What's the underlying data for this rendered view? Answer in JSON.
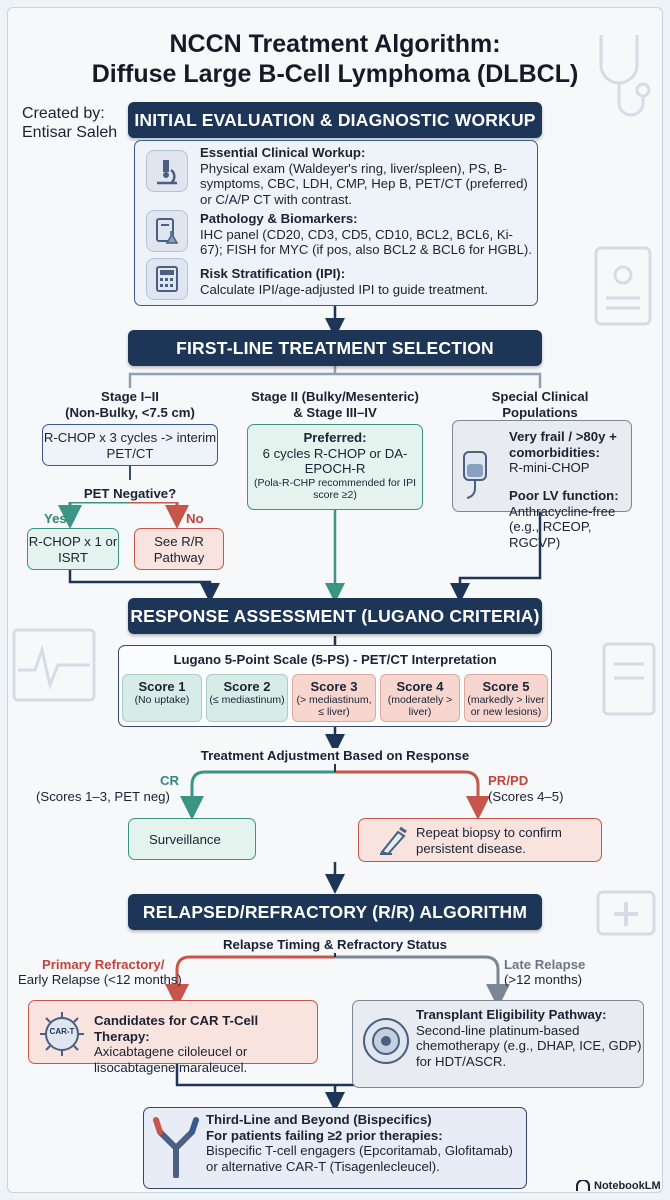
{
  "title": {
    "line1": "NCCN Treatment Algorithm:",
    "line2": "Diffuse Large B-Cell Lymphoma (DLBCL)"
  },
  "creator": {
    "label": "Created by:",
    "name": "Entisar Saleh"
  },
  "initial": {
    "banner": "INITIAL EVALUATION & DIAGNOSTIC WORKUP",
    "items": [
      {
        "heading": "Essential Clinical Workup:",
        "text": "Physical exam (Waldeyer's ring, liver/spleen), PS, B-symptoms, CBC, LDH, CMP, Hep B, PET/CT (preferred) or C/A/P CT with contrast.",
        "icon": "microscope-icon"
      },
      {
        "heading": "Pathology & Biomarkers:",
        "text": "IHC panel (CD20, CD3, CD5, CD10, BCL2, BCL6, Ki-67); FISH for MYC (if pos, also BCL2 & BCL6 for HGBL).",
        "icon": "document-flask-icon"
      },
      {
        "heading": "Risk Stratification (IPI):",
        "text": "Calculate IPI/age-adjusted IPI to guide treatment.",
        "icon": "calculator-icon"
      }
    ]
  },
  "first_line": {
    "banner": "FIRST-LINE TREATMENT SELECTION",
    "col1": {
      "heading1": "Stage I–II",
      "heading2": "(Non-Bulky, <7.5 cm)",
      "box": "R-CHOP x 3 cycles -> interim PET/CT",
      "question": "PET Negative?",
      "yes": "Yes",
      "no": "No",
      "yes_box": "R-CHOP x 1 or ISRT",
      "no_box": "See R/R Pathway"
    },
    "col2": {
      "heading1": "Stage II (Bulky/Mesenteric)",
      "heading2": "& Stage III–IV",
      "preferred": "Preferred:",
      "text": "6 cycles R-CHOP or DA-EPOCH-R",
      "note": "(Pola-R-CHP recommended for IPI score ≥2)"
    },
    "col3": {
      "heading1": "Special Clinical",
      "heading2": "Populations",
      "frail_heading": "Very frail / >80y + comorbidities:",
      "frail_text": "R-mini-CHOP",
      "lv_heading": "Poor LV function:",
      "lv_text": "Anthracycline-free (e.g., RCEOP, RGCVP)",
      "icon": "iv-bag-icon"
    }
  },
  "response": {
    "banner": "RESPONSE ASSESSMENT (LUGANO CRITERIA)",
    "scale_title": "Lugano 5-Point Scale (5-PS) - PET/CT Interpretation",
    "scores": [
      {
        "label": "Score 1",
        "desc": "(No uptake)"
      },
      {
        "label": "Score 2",
        "desc": "(≤ mediastinum)"
      },
      {
        "label": "Score 3",
        "desc": "(> mediastinum, ≤ liver)"
      },
      {
        "label": "Score 4",
        "desc": "(moderately > liver)"
      },
      {
        "label": "Score 5",
        "desc": "(markedly > liver or new lesions)"
      }
    ],
    "adjust_title": "Treatment Adjustment Based on Response",
    "cr_label": "CR",
    "cr_sub": "(Scores 1–3, PET neg)",
    "prpd_label": "PR/PD",
    "prpd_sub": "(Scores 4–5)",
    "surveillance": "Surveillance",
    "biopsy": "Repeat biopsy to confirm persistent disease."
  },
  "rr": {
    "banner": "RELAPSED/REFRACTORY (R/R) ALGORITHM",
    "timing_title": "Relapse Timing & Refractory Status",
    "primary_label": "Primary Refractory/",
    "primary_sub": "Early Relapse (<12 months)",
    "late_label": "Late Relapse",
    "late_sub": "(>12 months)",
    "car_heading": "Candidates for CAR T-Cell Therapy:",
    "car_text": "Axicabtagene ciloleucel or lisocabtagene maraleucel.",
    "car_icon_text": "CAR-T",
    "transplant_heading": "Transplant Eligibility Pathway:",
    "transplant_text": "Second-line platinum-based chemotherapy (e.g., DHAP, ICE, GDP) for HDT/ASCR.",
    "third_heading1": "Third-Line and Beyond (Bispecifics)",
    "third_heading2": "For patients failing ≥2 prior therapies:",
    "third_text": "Bispecific T-cell engagers (Epcoritamab, Glofitamab) or alternative CAR-T (Tisagenlecleucel)."
  },
  "footer": {
    "brand": "NotebookLM"
  },
  "colors": {
    "navy": "#1d3557",
    "teal": "#3a9585",
    "red": "#c8554a",
    "gray": "#7b8794"
  }
}
